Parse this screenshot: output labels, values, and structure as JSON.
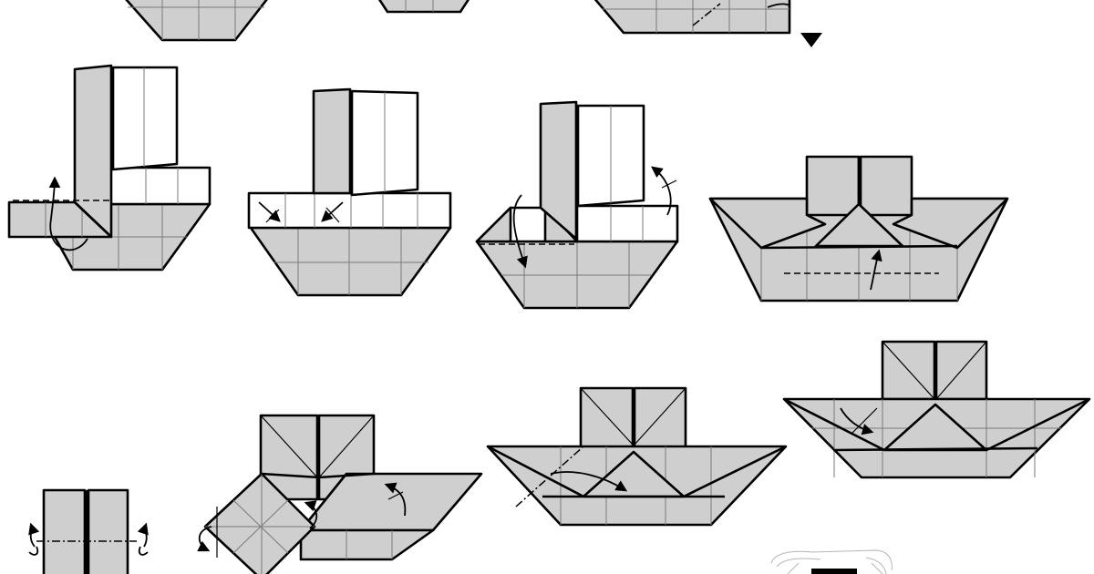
{
  "diagram": {
    "kind": "origami-folding-diagram",
    "colors": {
      "paper": "#cfcfcf",
      "paper_reverse": "#ffffff",
      "lines": "#000000",
      "creases": "#7a7a7a"
    },
    "symbols": [
      "valley-fold-line",
      "mountain-fold-line",
      "fold-arrow",
      "turn-over-arrow",
      "repeat-arrow"
    ],
    "steps_visible": 12
  }
}
